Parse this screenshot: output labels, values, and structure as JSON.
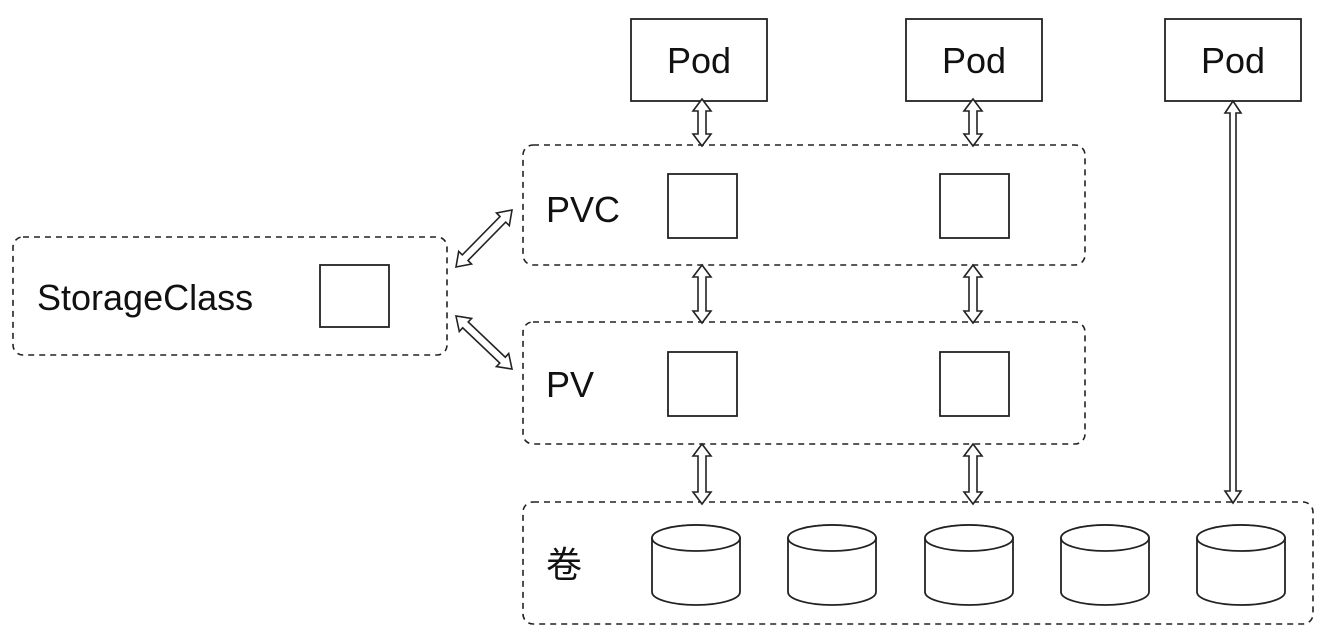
{
  "groups": {
    "storageclass": {
      "label": "StorageClass"
    },
    "pvc": {
      "label": "PVC"
    },
    "pv": {
      "label": "PV"
    },
    "volumes": {
      "label": "卷"
    }
  },
  "pods": [
    {
      "label": "Pod"
    },
    {
      "label": "Pod"
    },
    {
      "label": "Pod"
    }
  ],
  "colors": {
    "stroke": "#222222",
    "background": "#ffffff"
  }
}
